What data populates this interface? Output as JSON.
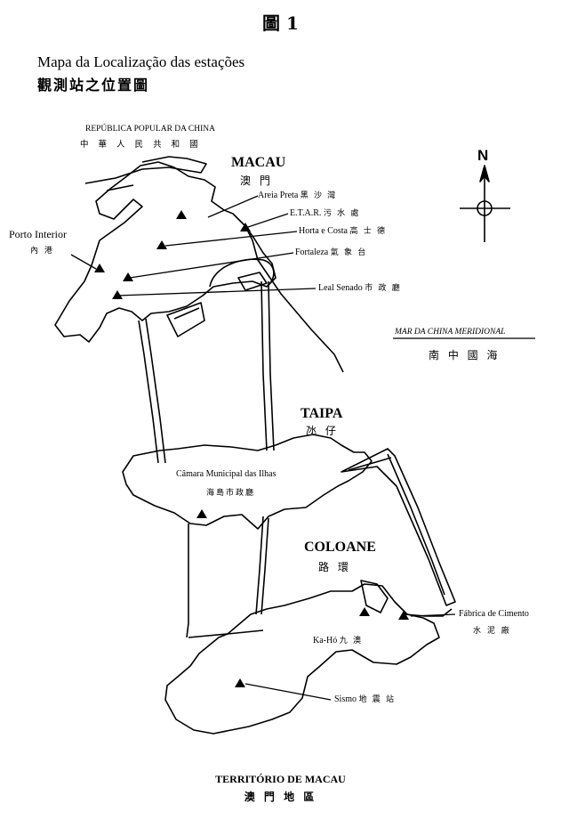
{
  "figure": {
    "title": "圖 1"
  },
  "heading": {
    "pt": "Mapa da Localização das estações",
    "zh": "觀測站之位置圖"
  },
  "regions": {
    "china_pt": "REPÚBLICA POPULAR DA CHINA",
    "china_zh": "中 華 人 民 共 和 國",
    "macau_pt": "MACAU",
    "macau_zh": "澳 門",
    "taipa_pt": "TAIPA",
    "taipa_zh": "氹 仔",
    "coloane_pt": "COLOANE",
    "coloane_zh": "路 環",
    "sea_pt": "MAR DA CHINA MERIDIONAL",
    "sea_zh": "南 中 國 海",
    "porto_pt": "Porto Interior",
    "porto_zh": "內 港"
  },
  "stations": [
    {
      "pt": "Areia Preta",
      "zh": "黑 沙 灣"
    },
    {
      "pt": "E.T.A.R.",
      "zh": "污 水 處"
    },
    {
      "pt": "Horta e Costa",
      "zh": "高 士 德"
    },
    {
      "pt": "Fortaleza",
      "zh": "氣 象 台"
    },
    {
      "pt": "Leal Senado",
      "zh": "市 政 廳"
    },
    {
      "pt": "Câmara Municipal das Ilhas",
      "zh": "海島市政廳"
    },
    {
      "pt": "Ka-Hó",
      "zh": "九 澳"
    },
    {
      "pt": "Fábrica de Cimento",
      "zh": "水 泥 廠"
    },
    {
      "pt": "Sismo",
      "zh": "地 震 站"
    }
  ],
  "compass": {
    "label": "N"
  },
  "footer": {
    "pt": "TERRITÓRIO DE MACAU",
    "zh": "澳 門 地 區"
  }
}
